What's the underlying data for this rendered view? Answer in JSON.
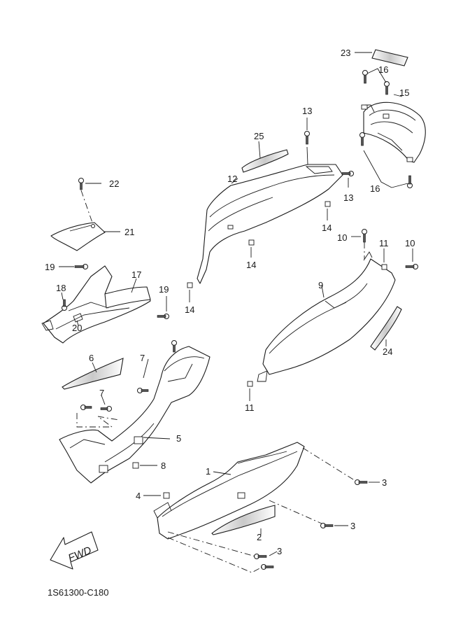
{
  "diagram": {
    "part_numbers": {
      "p1": "1",
      "p2": "2",
      "p3a": "3",
      "p3b": "3",
      "p3c": "3",
      "p4": "4",
      "p5": "5",
      "p6": "6",
      "p7a": "7",
      "p7b": "7",
      "p8": "8",
      "p9": "9",
      "p10a": "10",
      "p10b": "10",
      "p11a": "11",
      "p11b": "11",
      "p12": "12",
      "p13a": "13",
      "p13b": "13",
      "p14a": "14",
      "p14b": "14",
      "p14c": "14",
      "p15": "15",
      "p16a": "16",
      "p16b": "16",
      "p17": "17",
      "p18": "18",
      "p19a": "19",
      "p19b": "19",
      "p20": "20",
      "p21": "21",
      "p22": "22",
      "p23": "23",
      "p24": "24",
      "p25": "25"
    },
    "direction_label": "FWD",
    "drawing_code": "1S61300-C180"
  }
}
